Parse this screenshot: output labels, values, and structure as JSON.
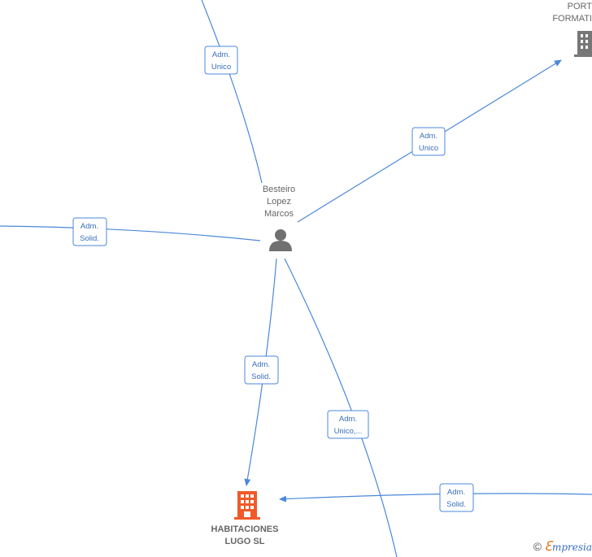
{
  "nodes": {
    "person": {
      "lines": [
        "Besteiro",
        "Lopez",
        "Marcos"
      ],
      "icon": "person-icon"
    },
    "company_main": {
      "lines": [
        "HABITACIONES",
        "LUGO SL"
      ],
      "icon": "building-icon",
      "color": "#f05a28"
    },
    "company_top_right": {
      "lines": [
        "PORT",
        "FORMATI"
      ],
      "icon": "building-icon",
      "color": "#777777"
    }
  },
  "edges": [
    {
      "id": "top",
      "label": [
        "Adm.",
        "Unico"
      ]
    },
    {
      "id": "top-right",
      "label": [
        "Adm.",
        "Unico"
      ]
    },
    {
      "id": "left",
      "label": [
        "Adm.",
        "Solid."
      ]
    },
    {
      "id": "down",
      "label": [
        "Adm.",
        "Solid."
      ]
    },
    {
      "id": "down-right",
      "label": [
        "Adm.",
        "Unico,..."
      ]
    },
    {
      "id": "right",
      "label": [
        "Adm.",
        "Solid."
      ]
    }
  ],
  "brand": {
    "copyright": "©",
    "initial": "ℇ",
    "name": "mpresia"
  },
  "colors": {
    "edge": "#4a88d8",
    "label_text": "#3a6fb8",
    "node_text": "#666666"
  }
}
